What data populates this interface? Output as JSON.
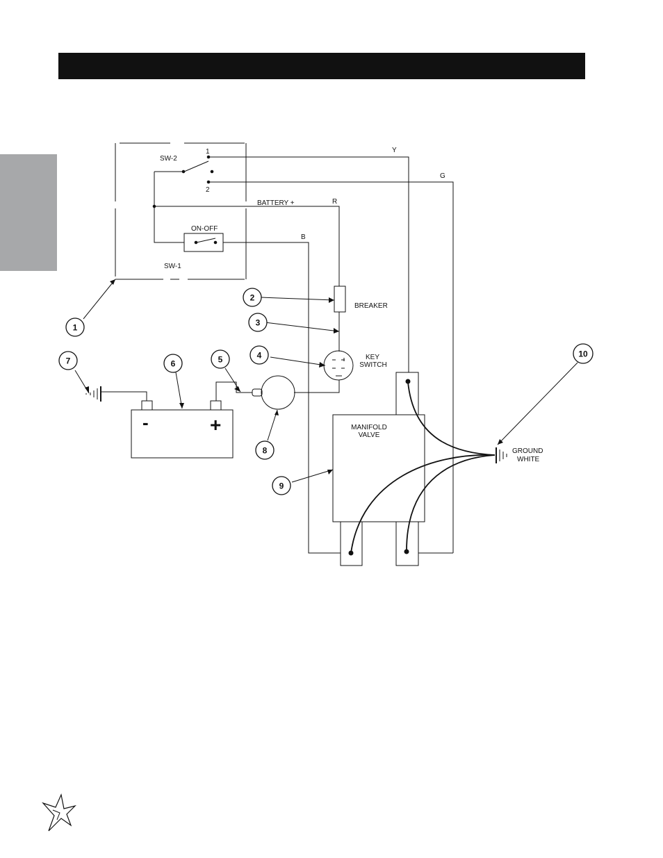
{
  "header": {
    "title": ""
  },
  "diagram": {
    "switch_panel": {
      "sw2_label": "SW-2",
      "sw2_pos1": "1",
      "sw2_pos2": "2",
      "battery_label": "BATTERY +",
      "onoff_label": "ON-OFF",
      "sw1_label": "SW-1"
    },
    "wires": {
      "y": "Y",
      "g": "G",
      "r": "R",
      "b": "B"
    },
    "components": {
      "breaker": "BREAKER",
      "key_switch": [
        "KEY",
        "SWITCH"
      ],
      "manifold_valve": [
        "MANIFOLD",
        "VALVE"
      ],
      "ground": [
        "GROUND",
        "WHITE"
      ],
      "battery_neg": "-",
      "battery_pos": "+"
    },
    "callouts": [
      "1",
      "2",
      "3",
      "4",
      "5",
      "6",
      "7",
      "8",
      "9",
      "10"
    ]
  },
  "colors": {
    "header": "#111111",
    "side_tab": "#a7a8aa",
    "ink": "#111111"
  },
  "icons": {
    "logo": "starburst-logo-icon"
  }
}
